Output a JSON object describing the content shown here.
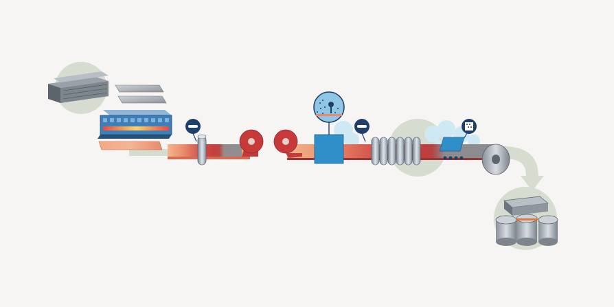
{
  "diagram": {
    "type": "hot strip mill process illustration",
    "stages": [
      {
        "id": "slabs",
        "icon": "stacked-slabs-icon"
      },
      {
        "id": "reheating-furnace",
        "icon": "furnace-icon"
      },
      {
        "id": "roughing-mill",
        "icon": "roller-stand-icon"
      },
      {
        "id": "coil-box",
        "icon": "coil-icon"
      },
      {
        "id": "descaler",
        "icon": "water-spray-box-icon"
      },
      {
        "id": "finishing-mill",
        "icon": "roller-stand-icon"
      },
      {
        "id": "run-out-cooling",
        "icon": "cooling-table-icon"
      },
      {
        "id": "downcoiler",
        "icon": "coiler-icon"
      },
      {
        "id": "finished-coils",
        "icon": "coils-icon"
      }
    ],
    "colors": {
      "background": "#f6f5f3",
      "halo": "#d5d9cf",
      "strip_hot": "#c8393a",
      "strip_warm": "#f0a779",
      "strip_cool": "#8d8f94",
      "steel_blue": "#2f8fc9",
      "spray": "#bde3f2",
      "roll_gray": "#aab3bd",
      "badge_navy": "#1f3f6b"
    }
  }
}
